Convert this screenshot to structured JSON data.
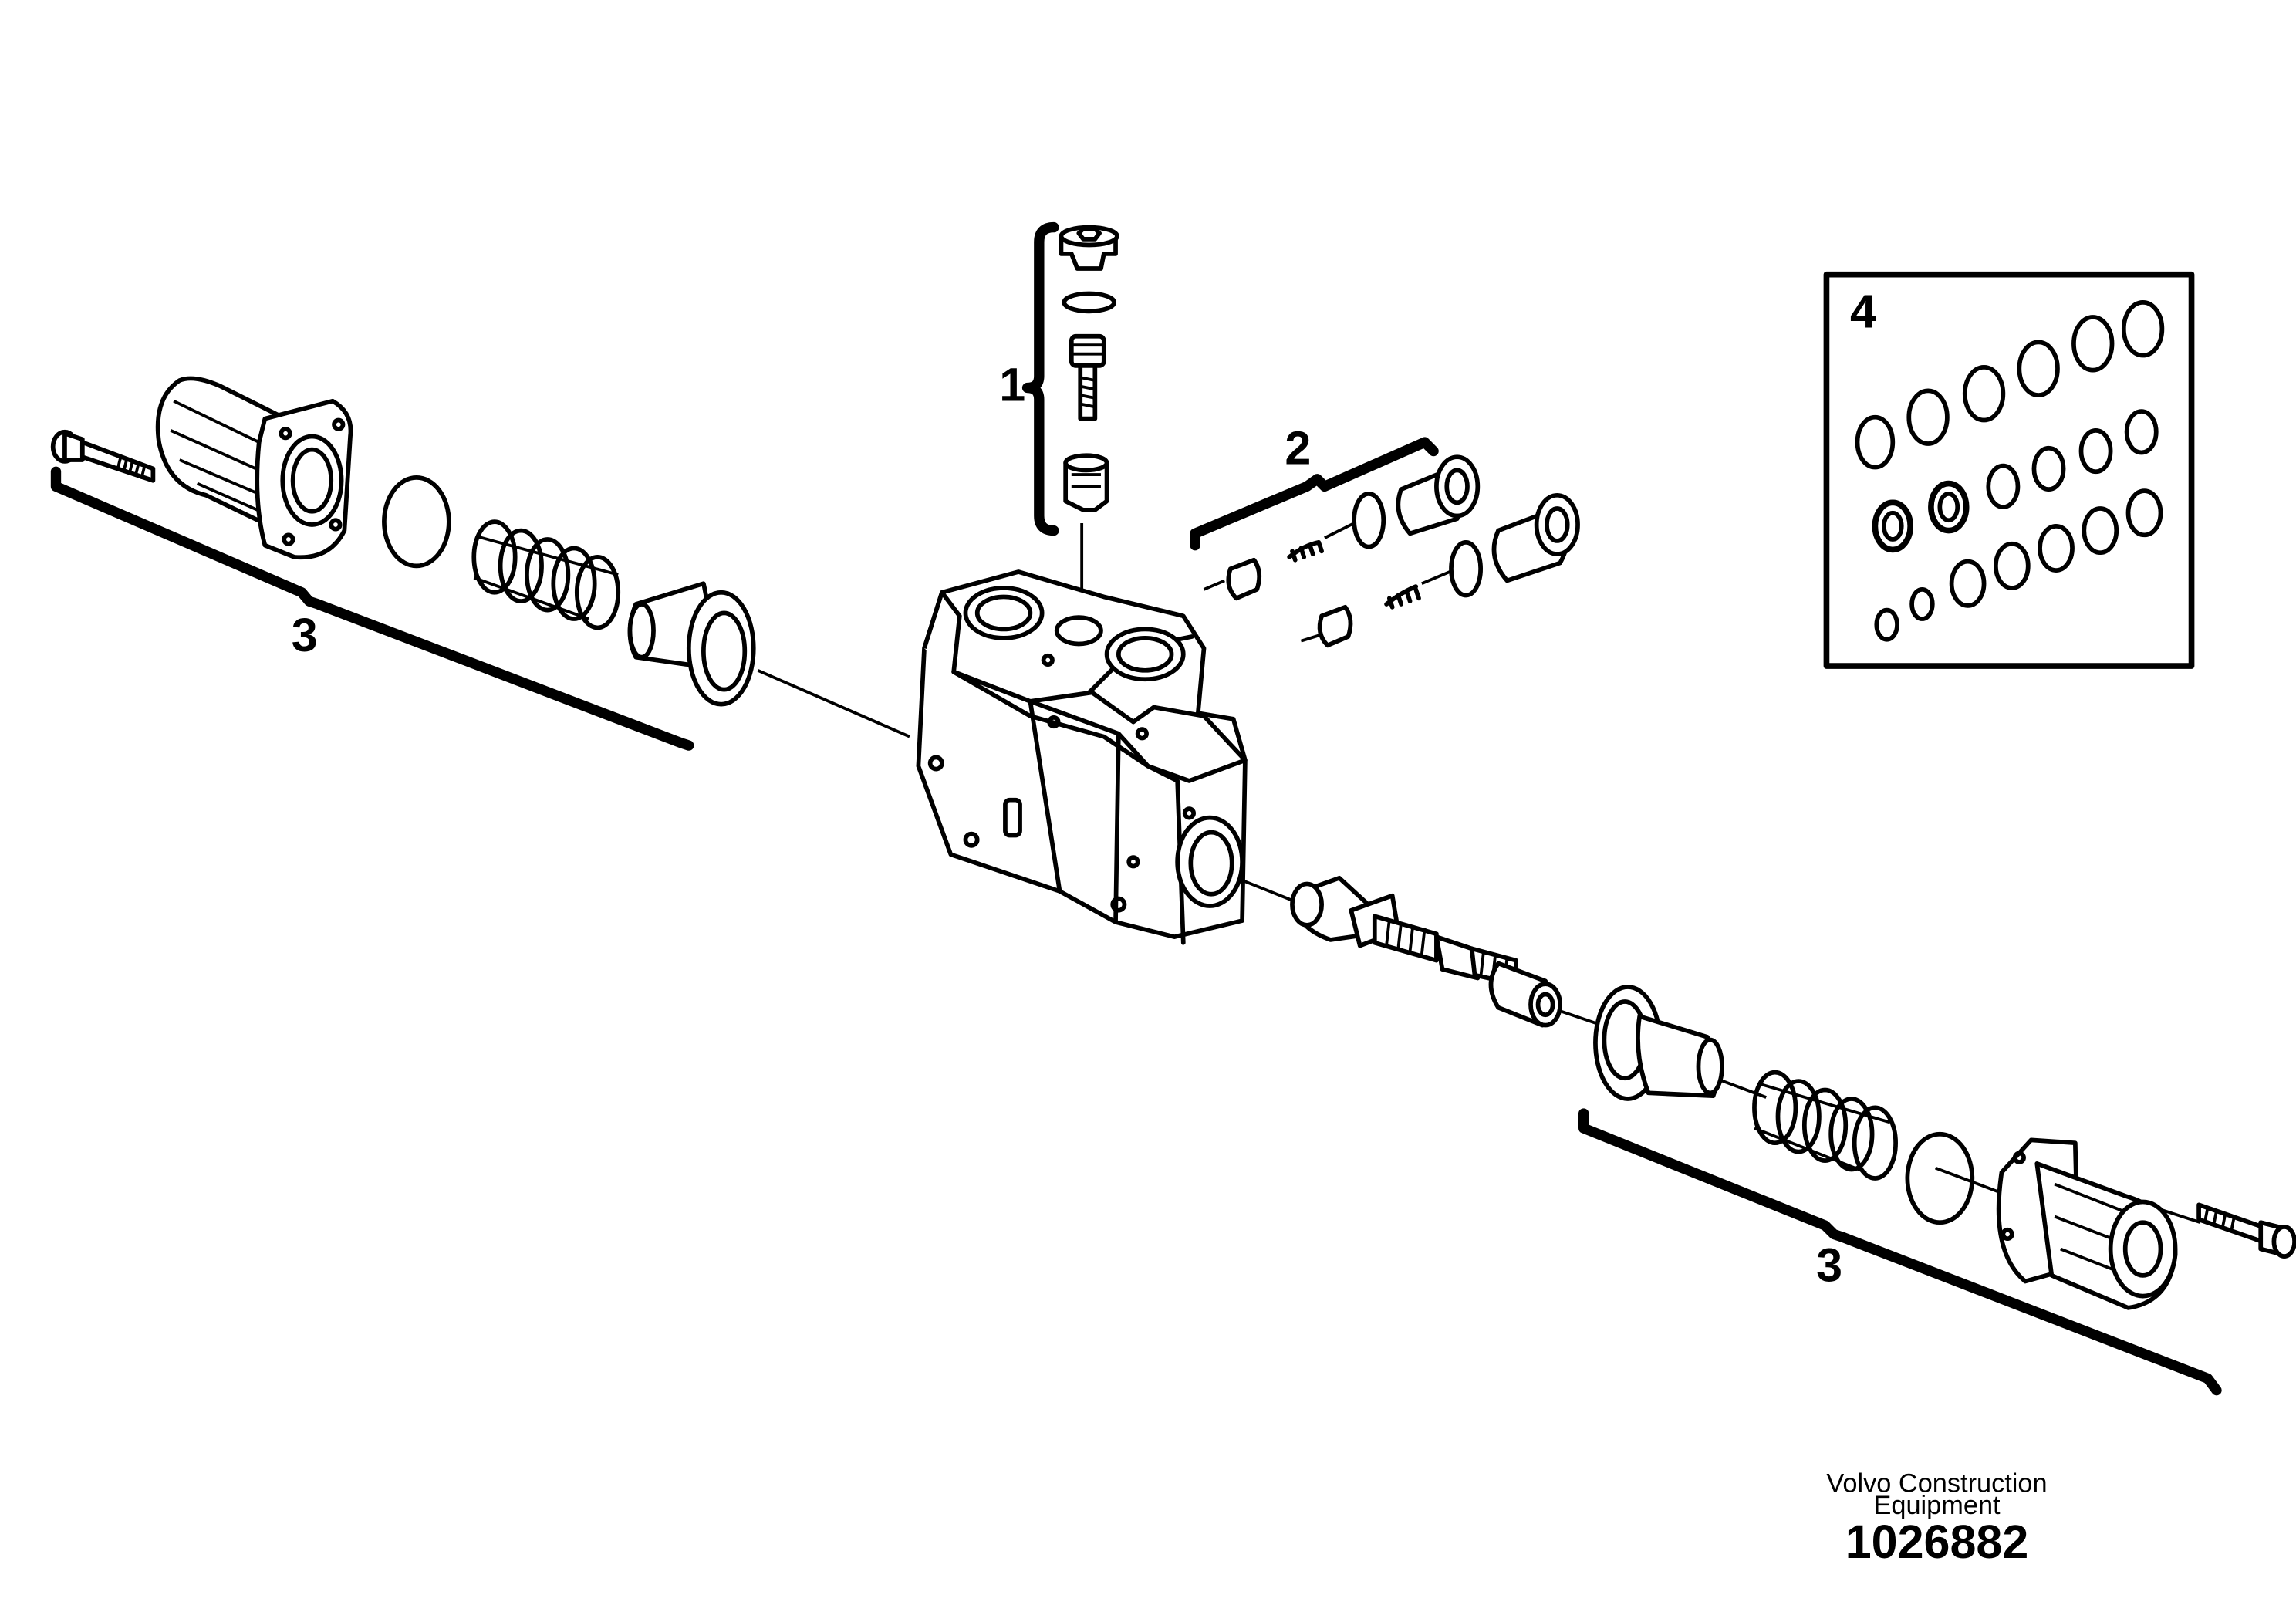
{
  "callouts": {
    "item_1": "1",
    "item_2": "2",
    "item_3_left": "3",
    "item_3_right": "3",
    "item_4": "4"
  },
  "footer": {
    "company_line1": "Volvo Construction",
    "company_line2": "Equipment",
    "drawing_number": "1026882"
  }
}
